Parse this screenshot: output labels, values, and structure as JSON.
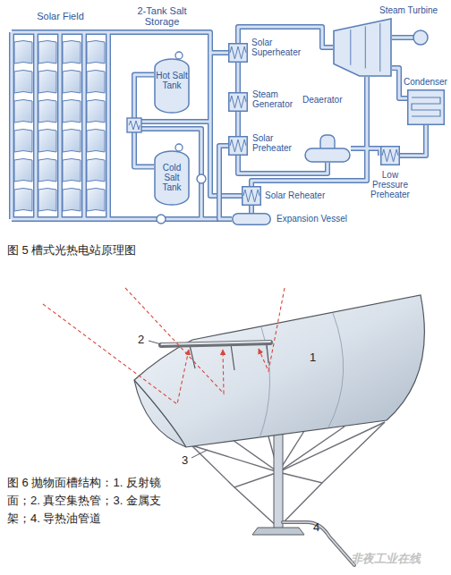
{
  "diagram": {
    "nodes": [
      {
        "text": [
          "Hot Salt Tank"
        ]
      },
      {
        "text": [
          "Cold Salt Tank"
        ]
      },
      {
        "text": [
          "Solar Superheater"
        ]
      },
      {
        "text": [
          "Steam Turbine"
        ]
      },
      {
        "text": [
          "Condenser"
        ]
      },
      {
        "text": [
          "Steam Generator"
        ]
      },
      {
        "text": [
          "Deaerator"
        ]
      },
      {
        "text": [
          "Solar Preheater"
        ]
      },
      {
        "text": [
          "Low Pressure Preheater"
        ]
      },
      {
        "text": [
          "Solar Reheater"
        ]
      },
      {
        "text": [
          "Expansion Vessel"
        ]
      }
    ],
    "edges": [
      {
        "from": 0,
        "to": 1,
        "arrow": "none"
      },
      {
        "from": 2,
        "to": 5,
        "arrow": "none"
      },
      {
        "from": 5,
        "to": 7,
        "arrow": "none"
      },
      {
        "from": 7,
        "to": 10,
        "arrow": "none"
      },
      {
        "from": 9,
        "to": 10,
        "arrow": "none"
      },
      {
        "from": 2,
        "to": 3,
        "arrow": "none"
      },
      {
        "from": 3,
        "to": 4,
        "arrow": "none"
      },
      {
        "from": 4,
        "to": 8,
        "arrow": "none"
      },
      {
        "from": 8,
        "to": 6,
        "arrow": "none"
      },
      {
        "from": 6,
        "to": 7,
        "arrow": "none"
      },
      {
        "from": 3,
        "to": 9,
        "arrow": "none"
      }
    ],
    "labels": [
      "Solar Field",
      "2-Tank Salt Storage",
      "图 5 槽式光热电站原理图",
      "1",
      "2",
      "3",
      "4",
      "图 6 抛物面槽结构：1. 反射镜面；2. 真空集热管；3. 金属支架；4. 导热油管道",
      "非夜工业在线"
    ]
  }
}
